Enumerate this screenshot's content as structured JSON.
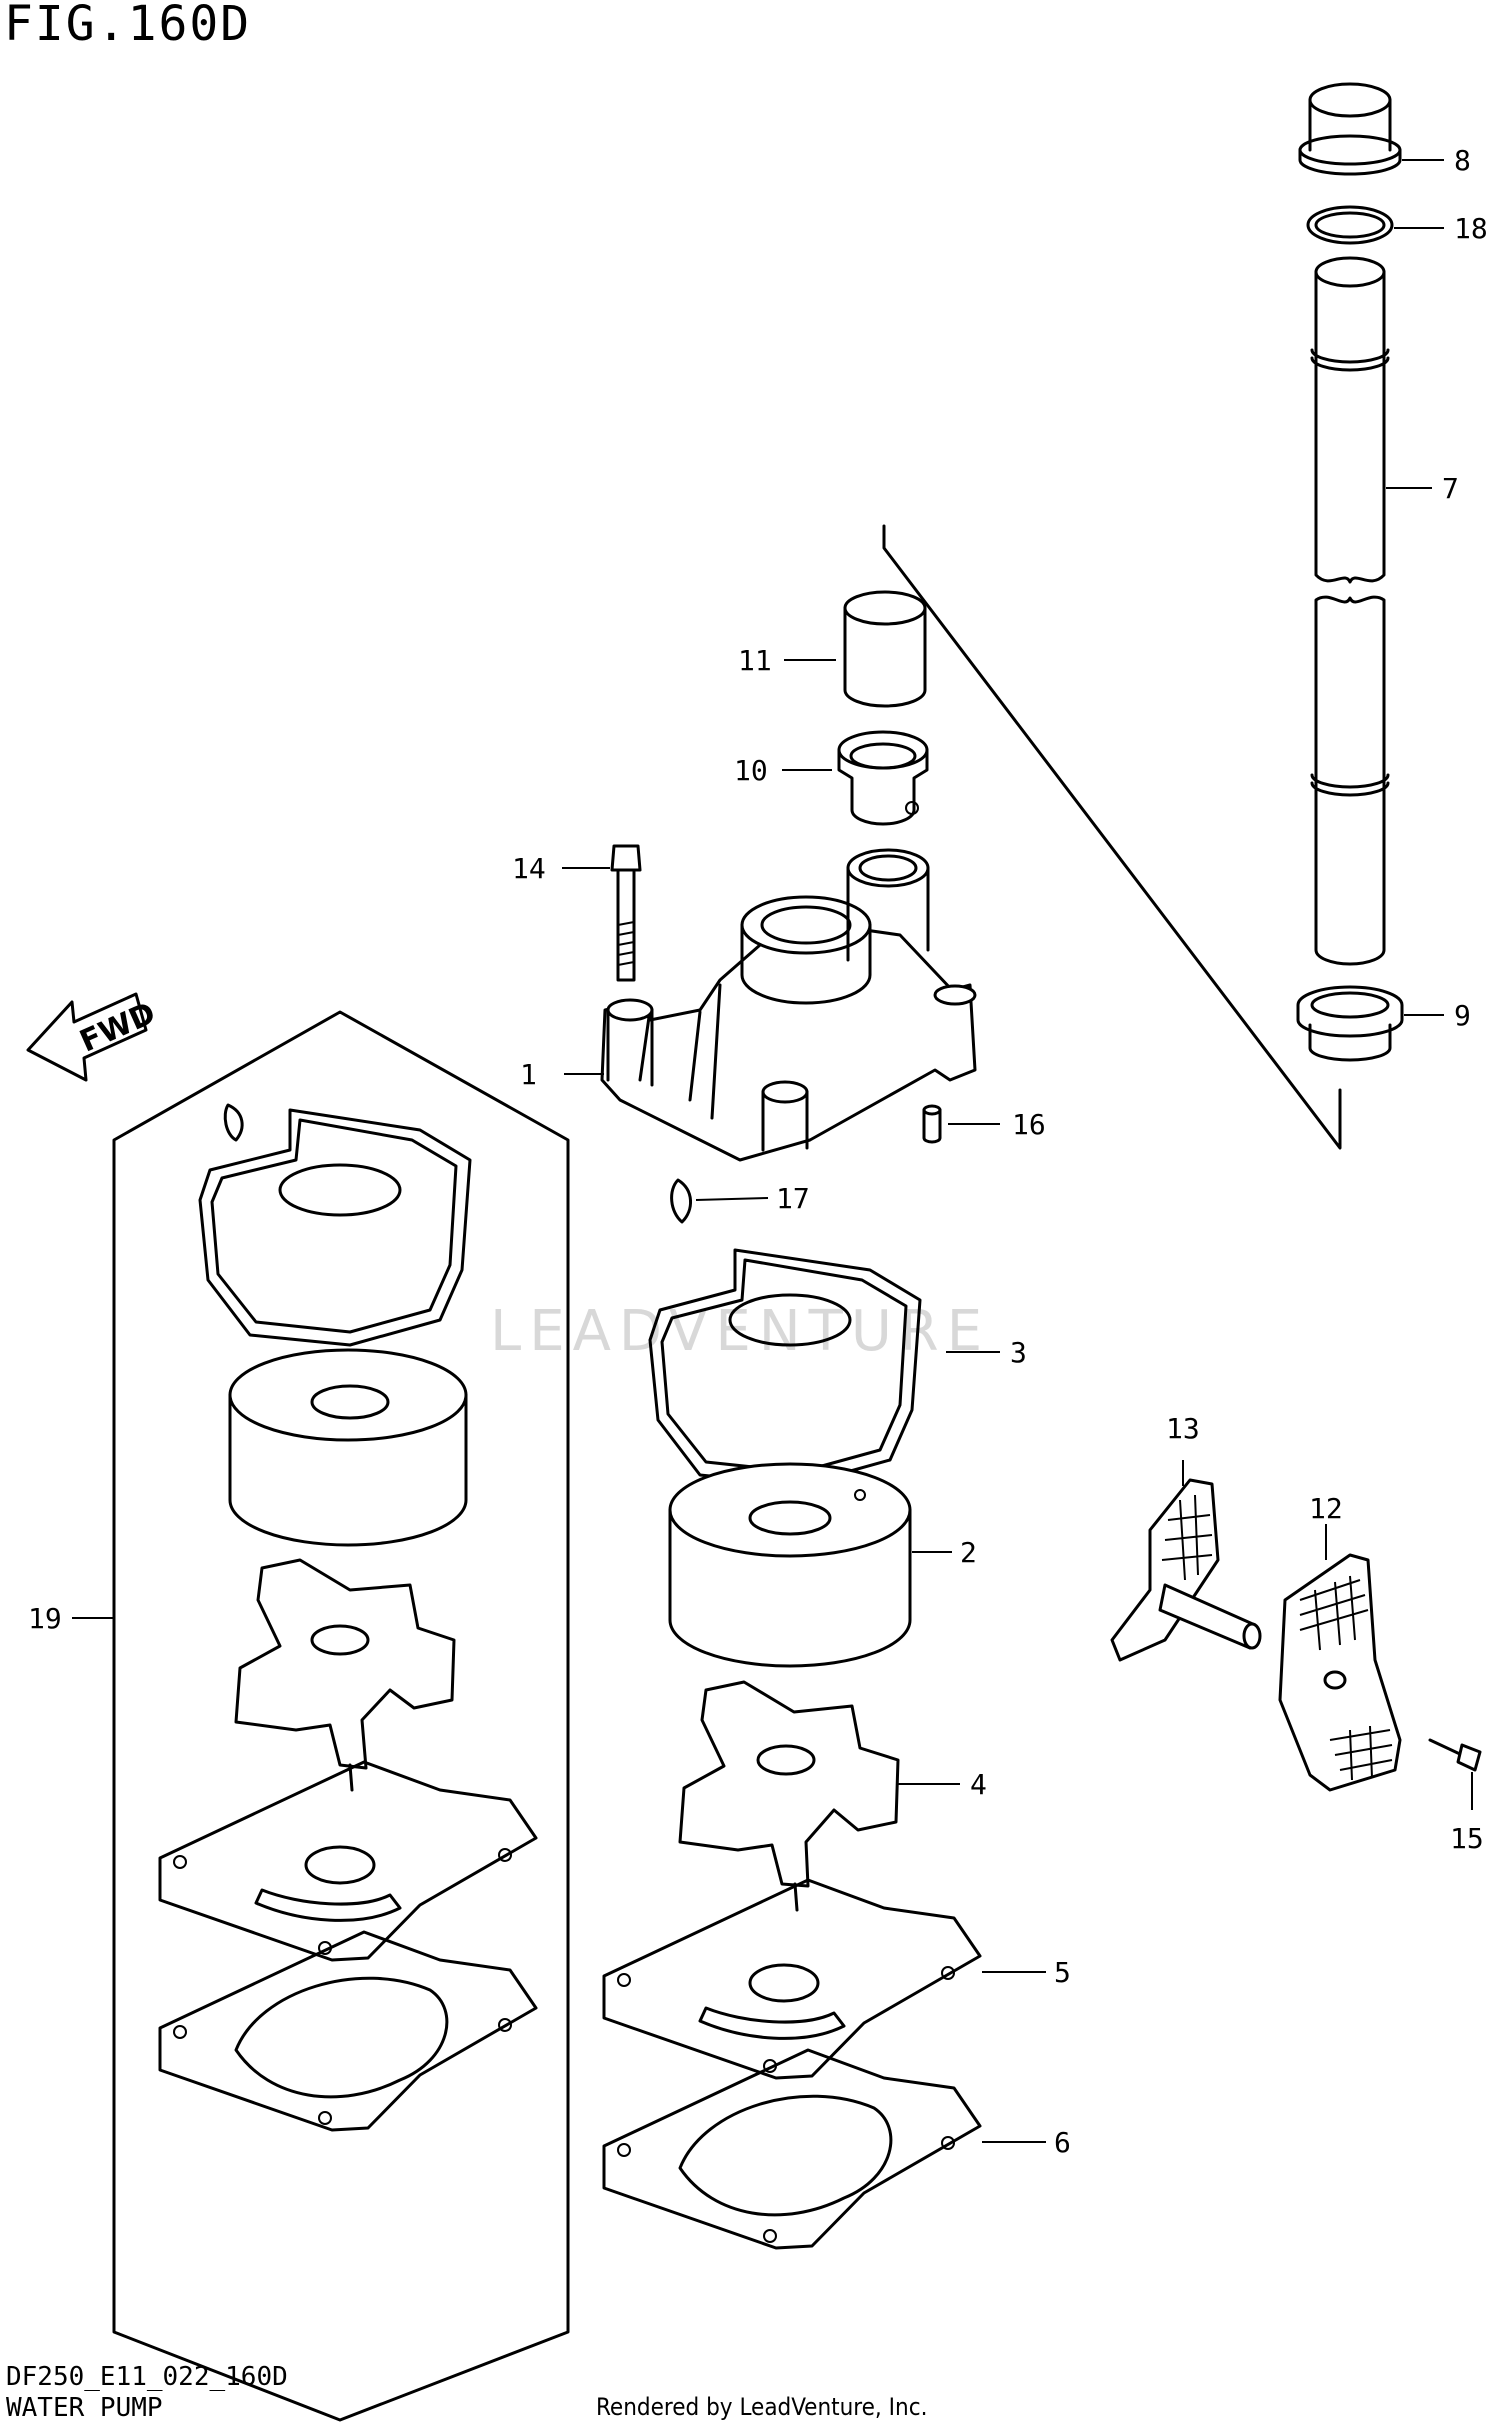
{
  "header": {
    "figure_title": "FIG.160D"
  },
  "footer": {
    "diagram_code": "DF250_E11_022_160D",
    "section_name": "WATER PUMP",
    "credit": "Rendered by LeadVenture, Inc."
  },
  "direction_arrow": {
    "label": "FWD"
  },
  "watermark": "LEADVENTURE",
  "callouts": [
    "1",
    "2",
    "3",
    "4",
    "5",
    "6",
    "7",
    "8",
    "9",
    "10",
    "11",
    "12",
    "13",
    "14",
    "15",
    "16",
    "17",
    "18",
    "19"
  ]
}
